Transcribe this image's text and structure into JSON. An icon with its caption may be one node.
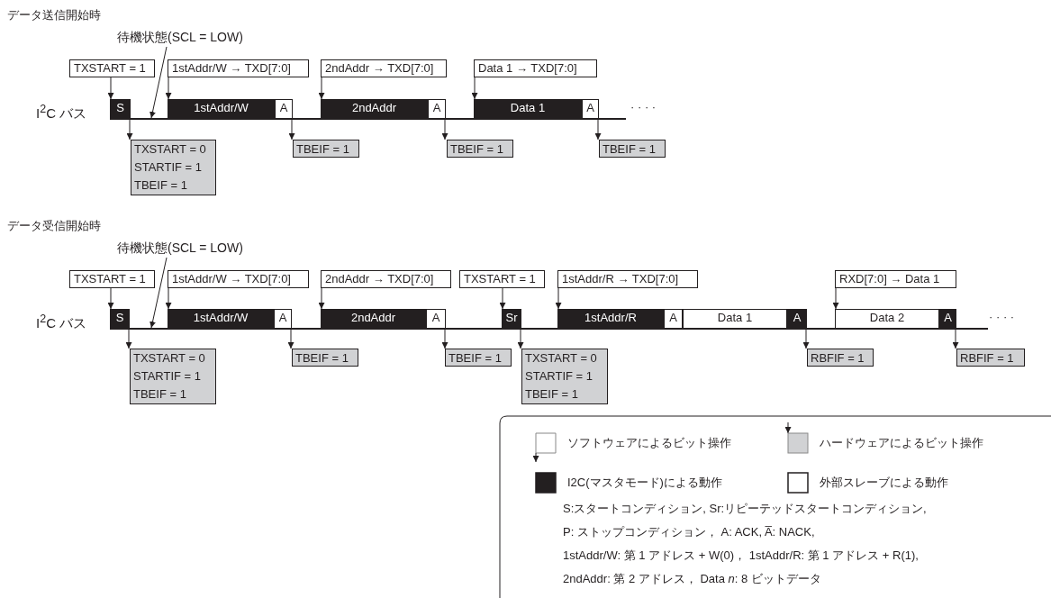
{
  "diagram": {
    "nodes": [
      {
        "text": [
          "TXSTART = 1"
        ]
      },
      {
        "text": [
          "1stAddr/W → TXD[7:0]"
        ]
      },
      {
        "text": [
          "2ndAddr → TXD[7:0]"
        ]
      },
      {
        "text": [
          "Data 1 → TXD[7:0]"
        ]
      },
      {
        "text": [
          "待機状態(SCL = LOW)"
        ]
      },
      {
        "text": [
          "S"
        ]
      },
      {
        "text": [
          "1stAddr/W"
        ]
      },
      {
        "text": [
          "A"
        ]
      },
      {
        "text": [
          "2ndAddr"
        ]
      },
      {
        "text": [
          "A"
        ]
      },
      {
        "text": [
          "Data 1"
        ]
      },
      {
        "text": [
          "A"
        ]
      },
      {
        "text": [
          "TXSTART = 0",
          "STARTIF = 1",
          "TBEIF = 1"
        ]
      },
      {
        "text": [
          "TBEIF = 1"
        ]
      },
      {
        "text": [
          "TBEIF = 1"
        ]
      },
      {
        "text": [
          "TBEIF = 1"
        ]
      },
      {
        "text": [
          "TXSTART = 1"
        ]
      },
      {
        "text": [
          "1stAddr/W → TXD[7:0]"
        ]
      },
      {
        "text": [
          "2ndAddr → TXD[7:0]"
        ]
      },
      {
        "text": [
          "TXSTART = 1"
        ]
      },
      {
        "text": [
          "1stAddr/R → TXD[7:0]"
        ]
      },
      {
        "text": [
          "RXD[7:0] → Data 1"
        ]
      },
      {
        "text": [
          "待機状態(SCL = LOW)"
        ]
      },
      {
        "text": [
          "S"
        ]
      },
      {
        "text": [
          "1stAddr/W"
        ]
      },
      {
        "text": [
          "A"
        ]
      },
      {
        "text": [
          "2ndAddr"
        ]
      },
      {
        "text": [
          "A"
        ]
      },
      {
        "text": [
          "Sr"
        ]
      },
      {
        "text": [
          "1stAddr/R"
        ]
      },
      {
        "text": [
          "A"
        ]
      },
      {
        "text": [
          "Data 1"
        ]
      },
      {
        "text": [
          "A"
        ]
      },
      {
        "text": [
          "Data 2"
        ]
      },
      {
        "text": [
          "A"
        ]
      },
      {
        "text": [
          "TXSTART = 0",
          "STARTIF = 1",
          "TBEIF = 1"
        ]
      },
      {
        "text": [
          "TBEIF = 1"
        ]
      },
      {
        "text": [
          "TBEIF = 1"
        ]
      },
      {
        "text": [
          "TXSTART = 0",
          "STARTIF = 1",
          "TBEIF = 1"
        ]
      },
      {
        "text": [
          "RBFIF = 1"
        ]
      },
      {
        "text": [
          "RBFIF = 1"
        ]
      },
      {
        "text": [],
        "shape": "bar"
      },
      {
        "text": [],
        "shape": "bar"
      }
    ],
    "edges": [
      {
        "from": 0,
        "to": 5,
        "arrow": "to"
      },
      {
        "from": 1,
        "to": 6,
        "arrow": "to"
      },
      {
        "from": 2,
        "to": 8,
        "arrow": "to"
      },
      {
        "from": 3,
        "to": 10,
        "arrow": "to"
      },
      {
        "from": 4,
        "to": 41,
        "arrow": "to"
      },
      {
        "from": 5,
        "to": 12,
        "arrow": "to"
      },
      {
        "from": 7,
        "to": 13,
        "arrow": "to"
      },
      {
        "from": 9,
        "to": 14,
        "arrow": "to"
      },
      {
        "from": 11,
        "to": 15,
        "arrow": "to"
      },
      {
        "from": 16,
        "to": 23,
        "arrow": "to"
      },
      {
        "from": 17,
        "to": 24,
        "arrow": "to"
      },
      {
        "from": 18,
        "to": 26,
        "arrow": "to"
      },
      {
        "from": 19,
        "to": 28,
        "arrow": "to"
      },
      {
        "from": 20,
        "to": 29,
        "arrow": "to"
      },
      {
        "from": 21,
        "to": 33,
        "arrow": "to"
      },
      {
        "from": 22,
        "to": 42,
        "arrow": "to"
      },
      {
        "from": 23,
        "to": 35,
        "arrow": "to"
      },
      {
        "from": 25,
        "to": 36,
        "arrow": "to"
      },
      {
        "from": 27,
        "to": 37,
        "arrow": "to"
      },
      {
        "from": 28,
        "to": 38,
        "arrow": "to"
      },
      {
        "from": 32,
        "to": 39,
        "arrow": "to"
      },
      {
        "from": 34,
        "to": 40,
        "arrow": "to"
      }
    ],
    "labels": [
      "データ送信開始時",
      "I$^{2}$C バス",
      "· · · ·",
      "データ受信開始時",
      "I$^{2}$C バス",
      "· · · ·",
      "S:スタートコンディション, Sr:リピーテッドスタートコンディション,",
      "P: ストップコンディション， A: ACK, A̅: NACK,",
      "1stAddr/W: 第 1 アドレス + W(0)， 1stAddr/R: 第 1 アドレス + R(1),",
      "2ndAddr: 第 2 アドレス， Data *n*: 8 ビットデータ"
    ],
    "legend": [
      {
        "text": "ソフトウェアによるビット操作"
      },
      {
        "text": "ハードウェアによるビット操作"
      },
      {
        "text": "I2C(マスタモード)による動作",
        "color": "#231f20"
      },
      {
        "text": "外部スレーブによる動作",
        "color": "#ffffff"
      }
    ]
  }
}
